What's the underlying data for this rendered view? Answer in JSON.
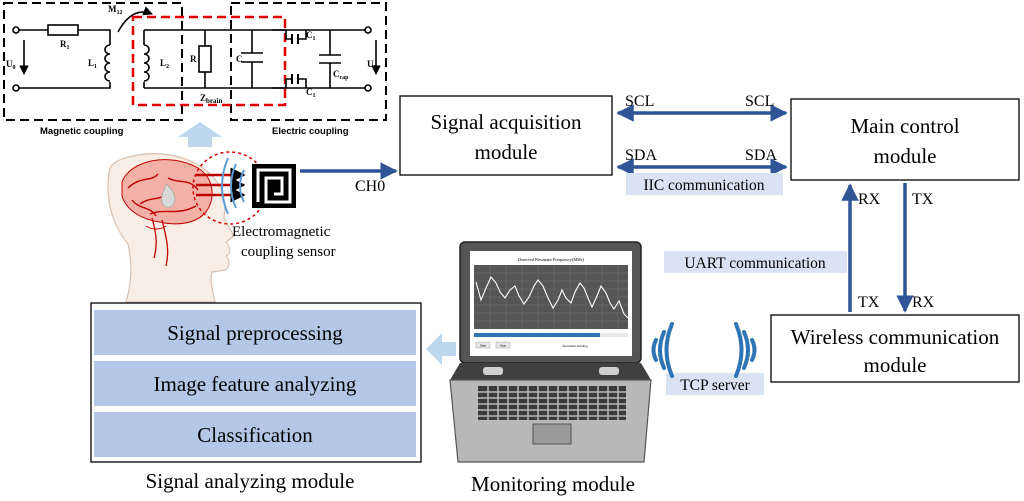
{
  "circuit": {
    "labels": {
      "r1": "R",
      "r1_sub": "1",
      "l1": "L",
      "l1_sub": "1",
      "m12": "M",
      "m12_sub": "12",
      "l2": "L",
      "l2_sub": "2",
      "r": "R",
      "c": "C",
      "c1_top": "C",
      "c1_top_sub": "1",
      "c1_bottom": "C",
      "c1_bottom_sub": "1",
      "ccap": "C",
      "ccap_sub": "cap",
      "u0_left": "U",
      "u0_left_sub": "0",
      "u0_right": "U",
      "u0_right_sub": "0",
      "zbrain": "Z",
      "zbrain_sub": "brain"
    },
    "magnetic_coupling_label": "Magnetic coupling",
    "electric_coupling_label": "Electric coupling"
  },
  "blocks": {
    "signal_acquisition": [
      "Signal acquisition",
      "module"
    ],
    "main_control": [
      "Main control",
      "module"
    ],
    "wireless": [
      "Wireless communication",
      "module"
    ],
    "analysis_rows": [
      "Signal preprocessing",
      "Image feature analyzing",
      "Classification"
    ],
    "signal_analyzing_caption": "Signal analyzing module",
    "monitoring_caption": "Monitoring module"
  },
  "connections": {
    "scl_left": "SCL",
    "scl_right": "SCL",
    "sda_left": "SDA",
    "sda_right": "SDA",
    "iic": "IIC communication",
    "ch0": "CH0",
    "rx_top": "RX",
    "tx_top": "TX",
    "tx_bottom": "TX",
    "rx_bottom": "RX",
    "uart": "UART communication",
    "tcp": "TCP server"
  },
  "sensor_label": [
    "Electromagnetic",
    "coupling sensor"
  ],
  "laptop_screen": {
    "title": "Detected Resonant Frequency(MHz)",
    "button_1": "Start",
    "button_2": "Stop",
    "status": "Start Data Sending"
  },
  "colors": {
    "arrow_blue": "#2f5597",
    "panel_blue": "#b4c7e7",
    "label_bg": "#dae3f3",
    "light_arrow": "#bdd7ee",
    "dashed_red": "#e00000",
    "brain_red": "#c00000",
    "signal_blue": "#5b9bd5"
  }
}
